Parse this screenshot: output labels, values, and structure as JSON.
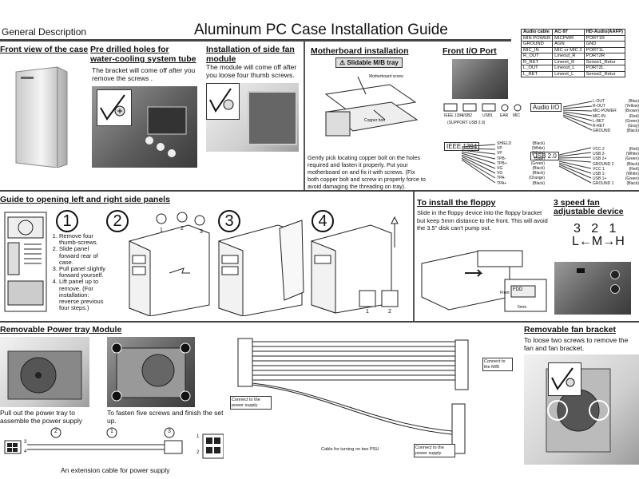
{
  "header": {
    "general_description": "General Description",
    "title": "Aluminum PC Case Installation Guide"
  },
  "audio_table": {
    "headers": [
      "Audio cable",
      "AC-97",
      "HD-Audio(AAFP)"
    ],
    "rows": [
      [
        "MIN POWER",
        "MICPWR",
        "PORT1R"
      ],
      [
        "GROUND",
        "AGN",
        "GND"
      ],
      [
        "MIC_IN",
        "MIC or MIC 2",
        "PORT1L"
      ],
      [
        "R_OUT",
        "Lineout_R",
        "PORT2R"
      ],
      [
        "R_RET",
        "Lineret_R",
        "Sense1_Retur"
      ],
      [
        "L_OUT",
        "Lineout_L",
        "PORT2L"
      ],
      [
        "L_RET",
        "Lineret_L",
        "Sense2_Retur"
      ]
    ]
  },
  "front_view": {
    "title": "Front view of the case"
  },
  "water_cooling": {
    "title_1": "Pre drilled holes for",
    "title_2": "water-cooling system tube",
    "text": "The bracket will come off after you remove the screws ."
  },
  "side_fan": {
    "title_1": "Installation of side fan",
    "title_2": "module",
    "text": "The module will come off after you loose four thumb screws."
  },
  "motherboard": {
    "title": "Motherboard installation",
    "slidable": "Slidable M/B tray",
    "mb_screw": "Motherboard screw",
    "copper_bolt": "Copper bolt",
    "text": "Gently pick locating copper bolt on the holes required and fasten it properly. Put your motherboard on and fix it with screws. (Fix both copper bolt and screw in properly force to avoid damaging the threading on tray)."
  },
  "front_io": {
    "title": "Front I/O Port",
    "audio_io": "Audio I/O",
    "port_labels": [
      "IEEE 1394",
      "USB2",
      "USB1",
      "EAR",
      "MIC"
    ],
    "support_usb": "(SUPPORT USB 2.0)",
    "audio_pins": [
      {
        "name": "L-OUT",
        "color": "(Blue)"
      },
      {
        "name": "R-OUT",
        "color": "(Yellow)"
      },
      {
        "name": "MIC-POWER",
        "color": "(Brown)"
      },
      {
        "name": "MIC-IN",
        "color": "(Red)"
      },
      {
        "name": "L-RET",
        "color": "(Green)"
      },
      {
        "name": "R-RET",
        "color": "(Gray)"
      },
      {
        "name": "GROUND",
        "color": "(Black)"
      }
    ],
    "ieee_label": "IEEE 1394",
    "ieee_pins": [
      {
        "name": "SHIELD",
        "color": "(Black)"
      },
      {
        "name": "VP",
        "color": "(White)"
      },
      {
        "name": "VP",
        "color": "(White)"
      },
      {
        "name": "TPB-",
        "color": "(Blue)"
      },
      {
        "name": "TPB+",
        "color": "(Green)"
      },
      {
        "name": "VG",
        "color": "(Black)"
      },
      {
        "name": "VG",
        "color": "(Black)"
      },
      {
        "name": "TPA-",
        "color": "(Orange)"
      },
      {
        "name": "TPA+",
        "color": "(Black)"
      }
    ],
    "usb_label": "USB 2.0",
    "usb_pins": [
      {
        "name": "VCC 2",
        "color": "(Red)"
      },
      {
        "name": "USB 2-",
        "color": "(White)"
      },
      {
        "name": "USB 2+",
        "color": "(Green)"
      },
      {
        "name": "GROUND 2",
        "color": "(Black)"
      },
      {
        "name": "VCC 1",
        "color": "(Red)"
      },
      {
        "name": "USB 1-",
        "color": "(White)"
      },
      {
        "name": "USB 1+",
        "color": "(Green)"
      },
      {
        "name": "GROUND 1",
        "color": "(Black)"
      }
    ]
  },
  "side_panels": {
    "title": "Guide to opening left and right side panels",
    "numbers": [
      "1",
      "2",
      "3",
      "4"
    ],
    "steps": [
      "Remove four thumb-screws.",
      "Slide panel forward rear of case.",
      "Pull panel slightly forward yourself.",
      "Lift panel up to remove. (For installation: reverse previous four steps.)"
    ],
    "step_markers": [
      "1",
      "2",
      "3"
    ],
    "step4_markers": [
      "1",
      "2"
    ]
  },
  "floppy": {
    "title": "To install the floppy",
    "text": "Slide in the floppy device into the floppy bracket but keep 5mm distance to the front. This will avoid the 3.5\" disk can't pump out.",
    "fdd": "FDD",
    "front": "Front",
    "dim": "5mm"
  },
  "fan_speed": {
    "title_1": "3 speed fan",
    "title_2": "adjustable device",
    "numbers": [
      "3",
      "2",
      "1"
    ],
    "modes": [
      "L",
      "M",
      "H"
    ]
  },
  "power_tray": {
    "title": "Removable Power tray Module",
    "text_left": "Pull out the power tray to assemble the power supply",
    "text_right": "To fasten five screws and finish the set up.",
    "cable_caption": "An extension cable for power supply",
    "cable_markers": [
      "2",
      "1",
      "3"
    ],
    "pin_numbers": [
      "1",
      "2",
      "3",
      "4"
    ],
    "connect_mb": "Connect to the M/B",
    "connect_psu_1": "Connect to the power supply",
    "connect_psu_2": "Connect to the power supply",
    "psu_cable": "Cable for turning on two PSU"
  },
  "fan_bracket": {
    "title": "Removable fan bracket",
    "text": "To loose two screws to remove the fan and fan bracket."
  }
}
